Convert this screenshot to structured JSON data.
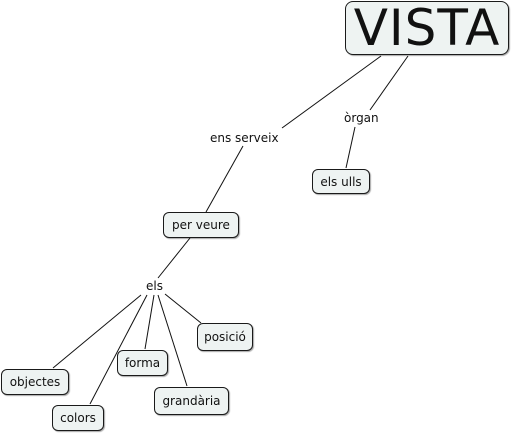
{
  "concept_map": {
    "root": "VISTA",
    "link_ens_serveix": "ens serveix",
    "link_organ": "òrgan",
    "node_els_ulls": "els ulls",
    "node_per_veure": "per veure",
    "link_els": "els",
    "node_objectes": "objectes",
    "node_colors": "colors",
    "node_forma": "forma",
    "node_grandaria": "grandària",
    "node_posicio": "posició"
  }
}
